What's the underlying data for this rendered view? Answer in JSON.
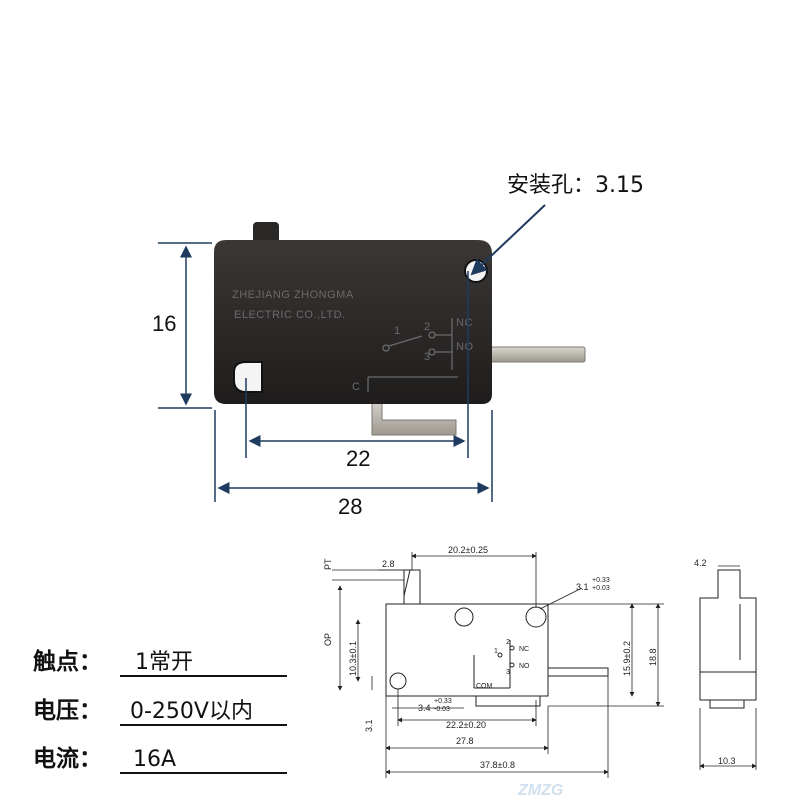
{
  "photo": {
    "mounting_hole_label": "安装孔：3.15",
    "dim_height": "16",
    "dim_hole_spacing": "22",
    "dim_length": "28",
    "embossed_line1": "ZHEJIANG ZHONGMA",
    "embossed_line2": "ELECTRIC CO.,LTD.",
    "terminal_nc": "NC",
    "terminal_no": "NO",
    "terminal_1": "1",
    "terminal_2": "2",
    "terminal_3": "3",
    "terminal_c": "C"
  },
  "specs": {
    "contact_label": "触点：",
    "contact_value": "1常开",
    "voltage_label": "电压：",
    "voltage_value": "0-250V以内",
    "current_label": "电流：",
    "current_value": "16A"
  },
  "drawing": {
    "pt": "PT",
    "op": "OP",
    "d_2_8": "2.8",
    "d_20_2": "20.2±0.25",
    "d_3_1_top": "3.1",
    "d_3_1_tol_plus": "+0.33",
    "d_3_1_tol_minus": "+0.03",
    "d_10_3_side": "10.3±0.1",
    "d_15_9": "15.9±0.2",
    "d_18_8": "18.8",
    "d_3_1_left": "3.1",
    "d_3_4": "3.4",
    "d_3_4_tol_plus": "+0.33",
    "d_3_4_tol_minus": "-0.03",
    "d_22_2": "22.2±0.20",
    "d_27_8": "27.8",
    "d_37_8": "37.8±0.8",
    "label_nc": "NC",
    "label_no": "NO",
    "label_com": "COM",
    "label_1": "1",
    "label_2": "2",
    "label_3": "3",
    "side_4_2": "4.2",
    "side_10_3": "10.3",
    "watermark": "ZMZG"
  },
  "colors": {
    "arrow_blue": "#1e3a5f",
    "body": "#262422",
    "metal": "#b8b4ac"
  }
}
